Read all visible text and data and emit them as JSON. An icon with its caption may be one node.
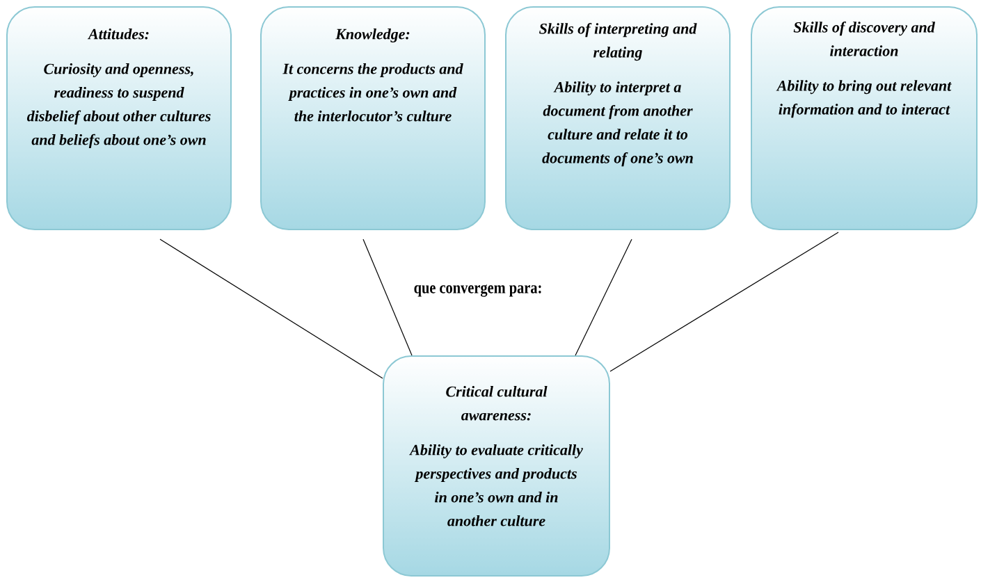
{
  "diagram": {
    "nodes": [
      {
        "text": [
          "Attitudes:",
          "Curiosity and openness, readiness to suspend disbelief about other cultures and beliefs about one’s own"
        ]
      },
      {
        "text": [
          "Knowledge:",
          "It concerns the products and practices in one’s own and the interlocutor’s culture"
        ]
      },
      {
        "text": [
          "Skills of interpreting and relating",
          "Ability to interpret a document from another culture and relate it to documents of one’s own"
        ]
      },
      {
        "text": [
          "Skills of discovery and interaction",
          "Ability to bring out relevant information and to interact"
        ]
      },
      {
        "text": [
          "Critical cultural awareness:",
          "Ability to evaluate critically perspectives and products in one’s own and in another culture"
        ]
      }
    ],
    "edges": [
      {
        "from": 0,
        "to": 4,
        "arrow": "none"
      },
      {
        "from": 1,
        "to": 4,
        "arrow": "none"
      },
      {
        "from": 2,
        "to": 4,
        "arrow": "none"
      },
      {
        "from": 3,
        "to": 4,
        "arrow": "none"
      }
    ],
    "labels": [
      "que convergem para:"
    ]
  }
}
